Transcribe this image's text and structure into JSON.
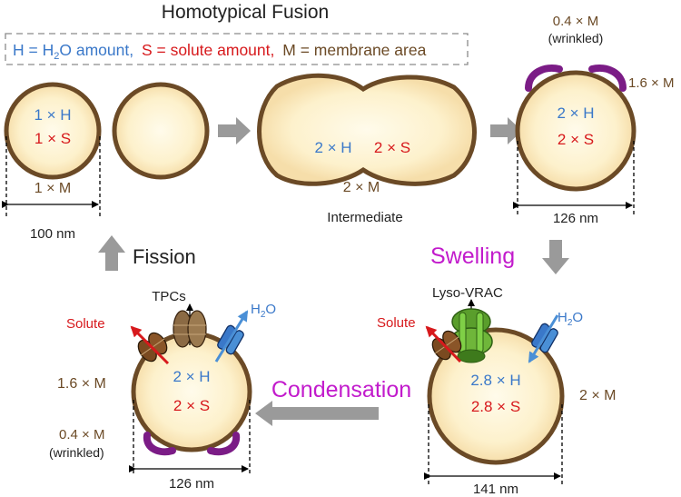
{
  "title": "Homotypical Fusion",
  "legend": {
    "h_def": "H = H",
    "h_sub": "2",
    "h_rest": "O amount,",
    "s_def": "S = solute amount,",
    "m_def": "M = membrane area"
  },
  "panel_a": {
    "h": "1 × H",
    "s": "1 × S",
    "m": "1 × M",
    "size": "100 nm"
  },
  "panel_b": {
    "h": "2 × H",
    "s": "2 × S",
    "m": "2 × M",
    "label": "Intermediate"
  },
  "panel_c": {
    "wrinkled_amount": "0.4 × M",
    "wrinkled": "(wrinkled)",
    "m": "1.6 × M",
    "h": "2 × H",
    "s": "2 × S",
    "size": "126 nm"
  },
  "panel_d": {
    "channel": "Lyso-VRAC",
    "solute": "Solute",
    "water": "H",
    "water_sub": "2",
    "water_rest": "O",
    "h": "2.8 × H",
    "s": "2.8 × S",
    "m": "2 × M",
    "size": "141 nm"
  },
  "panel_e": {
    "channel": "TPCs",
    "solute": "Solute",
    "water": "H",
    "water_sub": "2",
    "water_rest": "O",
    "m": "1.6 × M",
    "h": "2 × H",
    "s": "2 × S",
    "wrinkled_amount": "0.4 × M",
    "wrinkled": "(wrinkled)",
    "size": "126 nm"
  },
  "processes": {
    "swelling": "Swelling",
    "condensation": "Condensation",
    "fission": "Fission"
  },
  "colors": {
    "water_blue": "#3a78c9",
    "solute_red": "#d7191c",
    "membrane_brown": "#6b4a26",
    "process_magenta": "#c21bcc",
    "arrow_gray": "#9a9a9a",
    "wrinkle_purple": "#7b1c86",
    "vrac_green": "#5a9e2c"
  }
}
